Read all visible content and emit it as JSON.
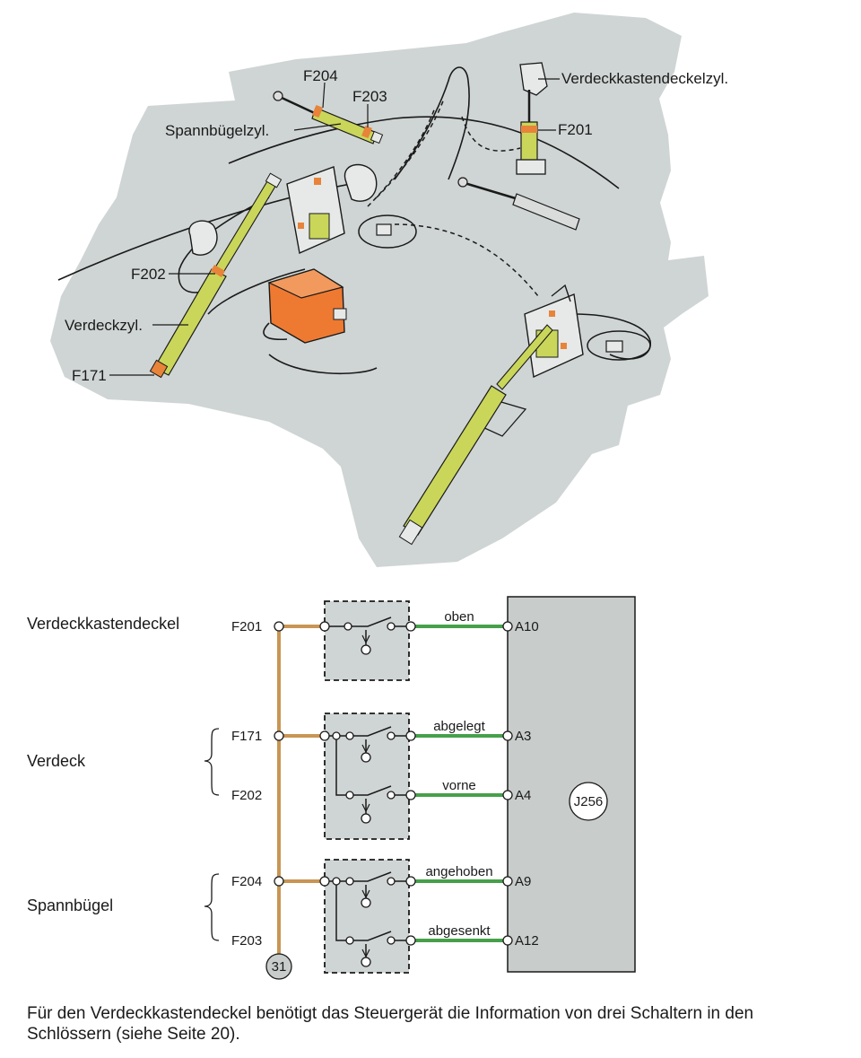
{
  "illustration": {
    "labels": {
      "f204": "F204",
      "f203": "F203",
      "spannbuegelzyl": "Spannbügelzyl.",
      "verdeckkastendeckelzyl": "Verdeckkastendeckelzyl.",
      "f201": "F201",
      "f202": "F202",
      "verdeckzyl": "Verdeckzyl.",
      "f171": "F171"
    }
  },
  "schematic": {
    "groups": {
      "verdeckkastendeckel": "Verdeckkastendeckel",
      "verdeck": "Verdeck",
      "spannbuegel": "Spannbügel"
    },
    "switches": {
      "f201": "F201",
      "f171": "F171",
      "f202": "F202",
      "f204": "F204",
      "f203": "F203"
    },
    "signals": {
      "oben": "oben",
      "abgelegt": "abgelegt",
      "vorne": "vorne",
      "angehoben": "angehoben",
      "abgesenkt": "abgesenkt"
    },
    "pins": {
      "a10": "A10",
      "a3": "A3",
      "a4": "A4",
      "a9": "A9",
      "a12": "A12"
    },
    "control_unit": "J256",
    "ground": "31"
  },
  "caption": "Für den Verdeckkastendeckel benötigt das Steuergerät die Information von drei Schaltern in den Schlössern (siehe Seite 20).",
  "colors": {
    "panel": "#cfd5d4",
    "cylinder": "#c9d65a",
    "sensor": "#e8833a",
    "module": "#ee7a32",
    "wire_brown": "#c89554",
    "wire_green": "#46a04a",
    "control_unit": "#c8cccb"
  }
}
